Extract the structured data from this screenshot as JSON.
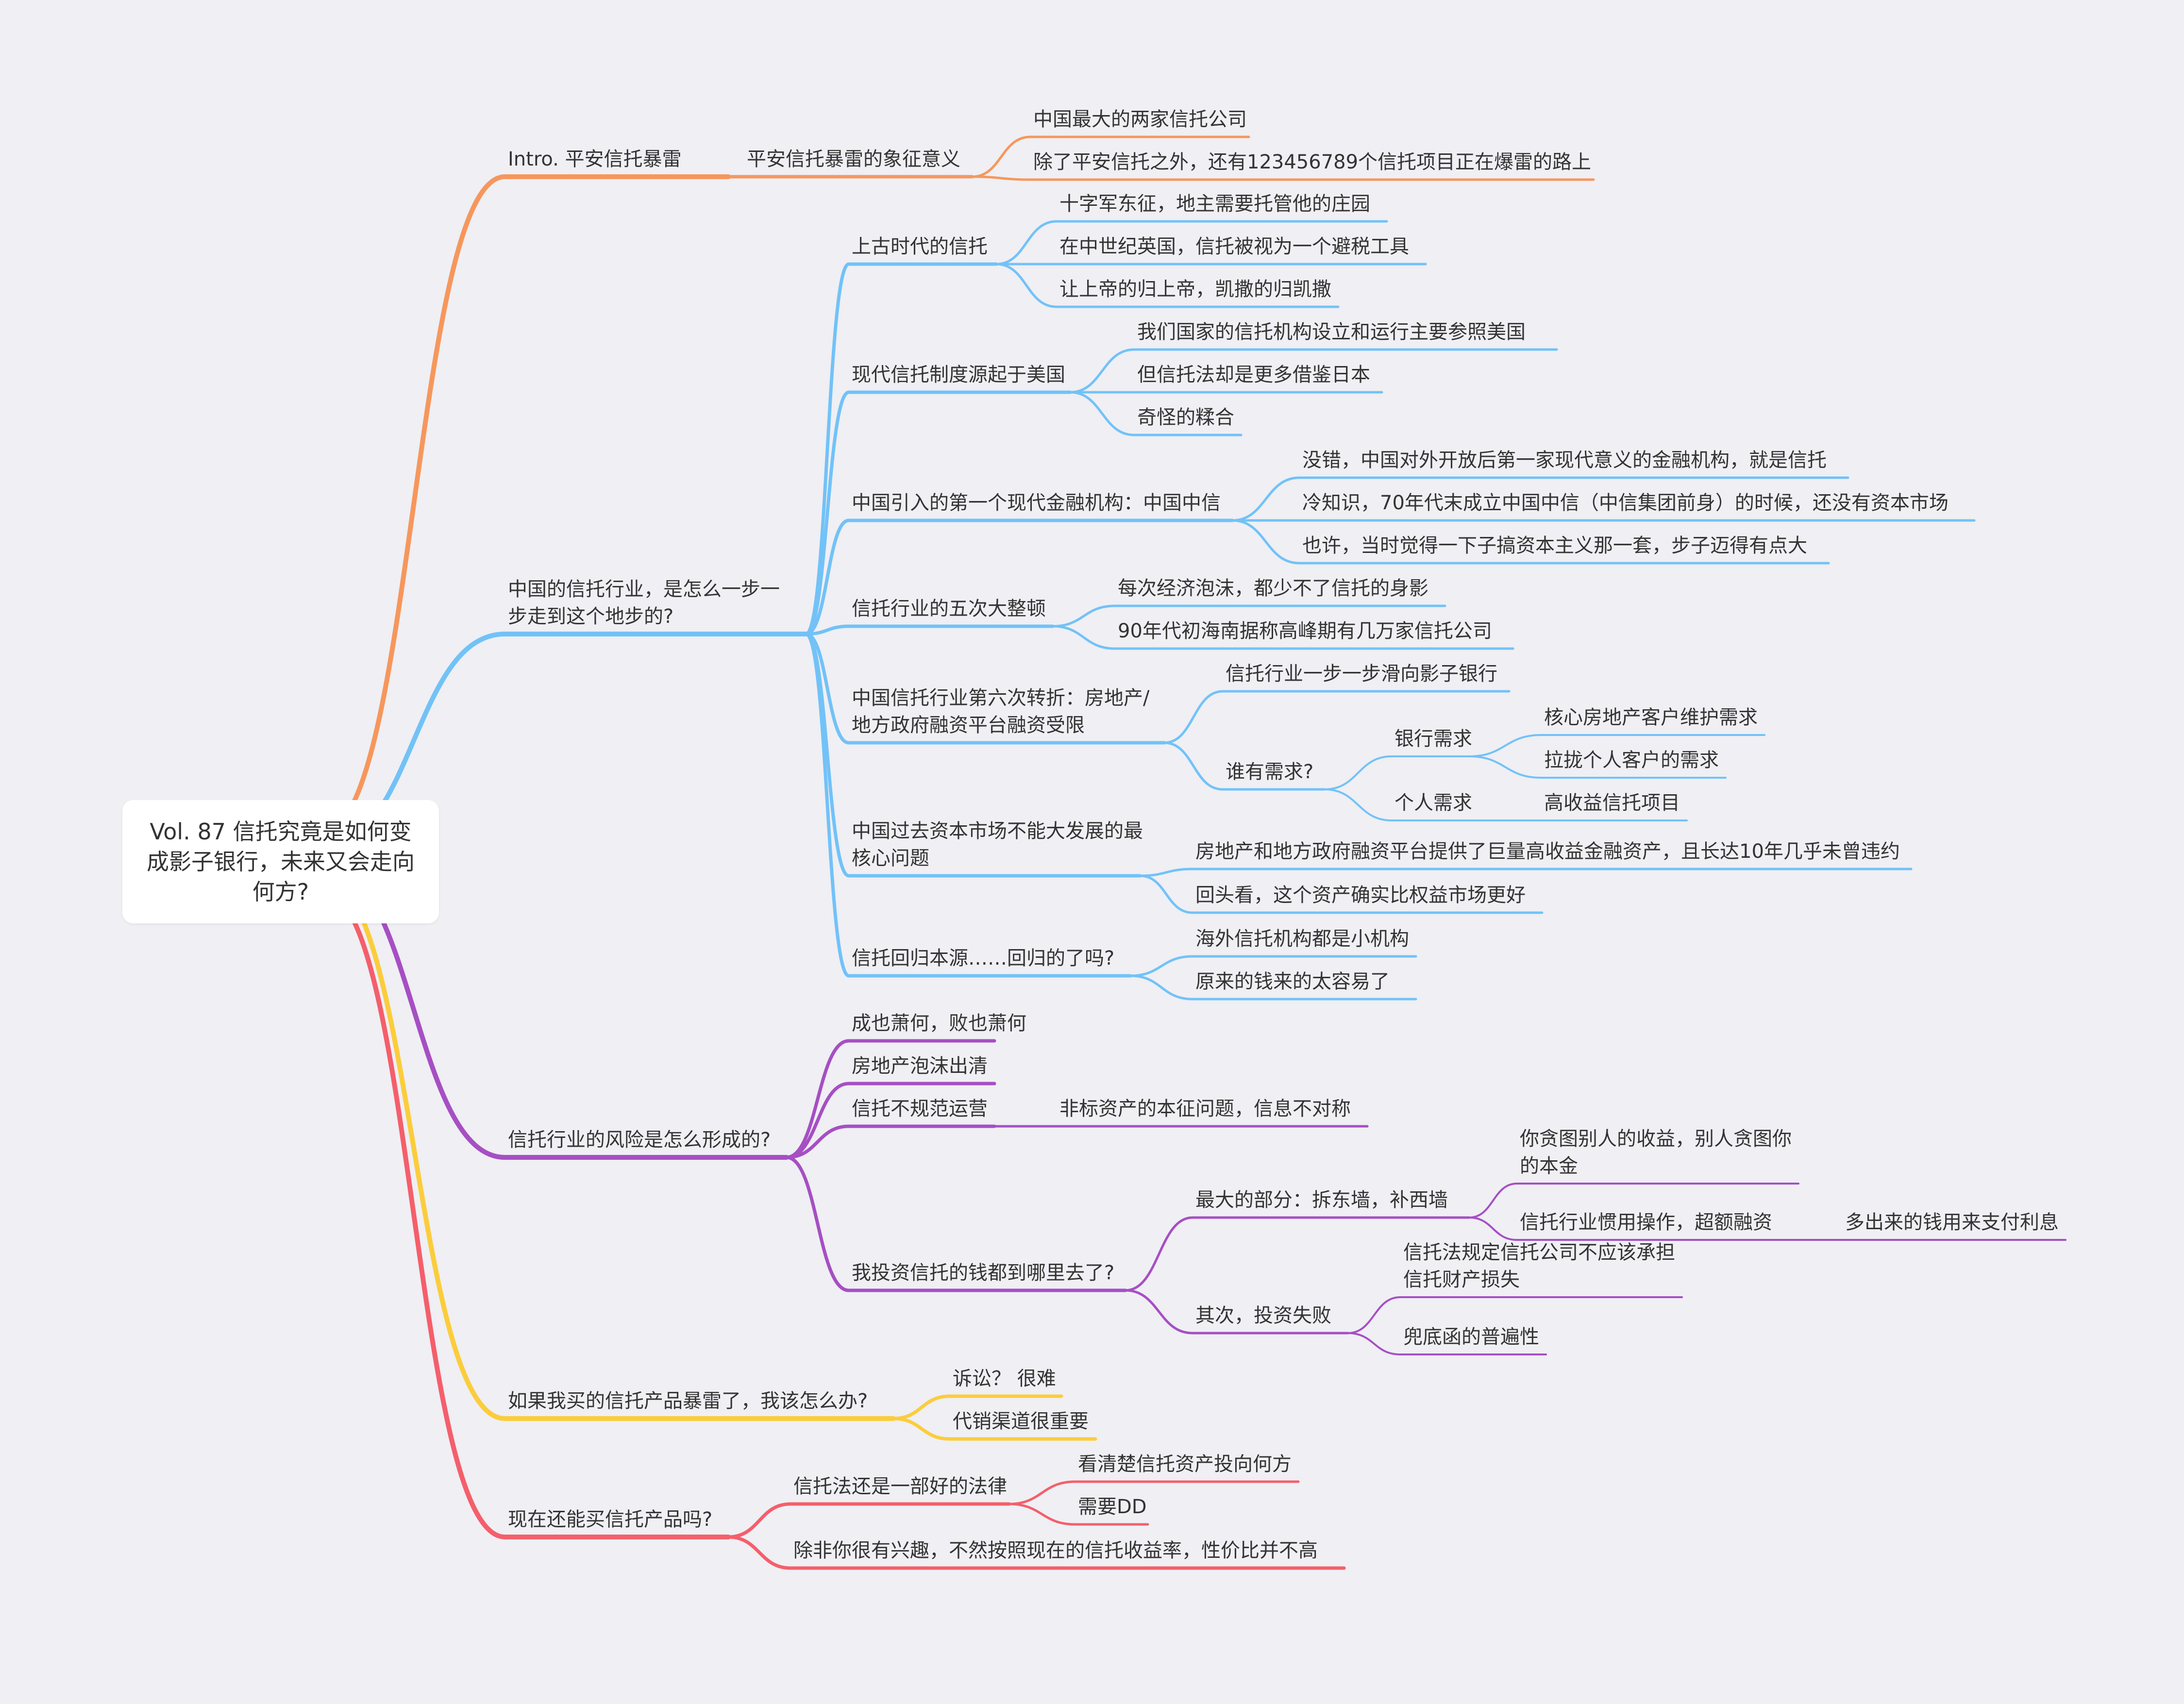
{
  "root": {
    "label": "Vol. 87 信托究竟是如何变\n成影子银行，未来又会走向\n何方?"
  },
  "colors": {
    "orange": "#f6975c",
    "blue": "#72c2f7",
    "purple": "#a64fc3",
    "yellow": "#fbcd3c",
    "red": "#f45f6b",
    "background": "#efeff4"
  },
  "branches": [
    {
      "label": "Intro. 平安信托暴雷",
      "color": "orange",
      "children": [
        {
          "label": "平安信托暴雷的象征意义",
          "children": [
            {
              "label": "中国最大的两家信托公司"
            },
            {
              "label": "除了平安信托之外，还有123456789个信托项目正在爆雷的路上"
            }
          ]
        }
      ]
    },
    {
      "label": "中国的信托行业，是怎么一步一步走到这个地步的?",
      "color": "blue",
      "children": [
        {
          "label": "上古时代的信托",
          "children": [
            {
              "label": "十字军东征，地主需要托管他的庄园"
            },
            {
              "label": "在中世纪英国，信托被视为一个避税工具"
            },
            {
              "label": "让上帝的归上帝，凯撒的归凯撒"
            }
          ]
        },
        {
          "label": "现代信托制度源起于美国",
          "children": [
            {
              "label": "我们国家的信托机构设立和运行主要参照美国"
            },
            {
              "label": "但信托法却是更多借鉴日本"
            },
            {
              "label": "奇怪的糅合"
            }
          ]
        },
        {
          "label": "中国引入的第一个现代金融机构：中国中信",
          "children": [
            {
              "label": "没错，中国对外开放后第一家现代意义的金融机构，就是信托"
            },
            {
              "label": "冷知识，70年代末成立中国中信（中信集团前身）的时候，还没有资本市场"
            },
            {
              "label": "也许，当时觉得一下子搞资本主义那一套，步子迈得有点大"
            }
          ]
        },
        {
          "label": "信托行业的五次大整顿",
          "children": [
            {
              "label": "每次经济泡沫，都少不了信托的身影"
            },
            {
              "label": "90年代初海南据称高峰期有几万家信托公司"
            }
          ]
        },
        {
          "label": "中国信托行业第六次转折：房地产/地方政府融资平台融资受限",
          "children": [
            {
              "label": "信托行业一步一步滑向影子银行"
            },
            {
              "label": "谁有需求?",
              "children": [
                {
                  "label": "银行需求",
                  "children": [
                    {
                      "label": "核心房地产客户维护需求"
                    },
                    {
                      "label": "拉拢个人客户的需求"
                    }
                  ]
                },
                {
                  "label": "个人需求",
                  "children": [
                    {
                      "label": "高收益信托项目"
                    }
                  ]
                }
              ]
            }
          ]
        },
        {
          "label": "中国过去资本市场不能大发展的最核心问题",
          "children": [
            {
              "label": "房地产和地方政府融资平台提供了巨量高收益金融资产，且长达10年几乎未曾违约"
            },
            {
              "label": "回头看，这个资产确实比权益市场更好"
            }
          ]
        },
        {
          "label": "信托回归本源……回归的了吗?",
          "children": [
            {
              "label": "海外信托机构都是小机构"
            },
            {
              "label": "原来的钱来的太容易了"
            }
          ]
        }
      ]
    },
    {
      "label": "信托行业的风险是怎么形成的?",
      "color": "purple",
      "children": [
        {
          "label": "成也萧何，败也萧何"
        },
        {
          "label": "房地产泡沫出清"
        },
        {
          "label": "信托不规范运营",
          "children": [
            {
              "label": "非标资产的本征问题，信息不对称"
            }
          ]
        },
        {
          "label": "我投资信托的钱都到哪里去了?",
          "children": [
            {
              "label": "最大的部分：拆东墙，补西墙",
              "children": [
                {
                  "label": "你贪图别人的收益，别人贪图你的本金"
                },
                {
                  "label": "信托行业惯用操作，超额融资",
                  "children": [
                    {
                      "label": "多出来的钱用来支付利息"
                    }
                  ]
                }
              ]
            },
            {
              "label": "其次，投资失败",
              "children": [
                {
                  "label": "信托法规定信托公司不应该承担信托财产损失"
                },
                {
                  "label": "兜底函的普遍性"
                }
              ]
            }
          ]
        }
      ]
    },
    {
      "label": "如果我买的信托产品暴雷了，我该怎么办?",
      "color": "yellow",
      "children": [
        {
          "label": "诉讼？ 很难"
        },
        {
          "label": "代销渠道很重要"
        }
      ]
    },
    {
      "label": "现在还能买信托产品吗?",
      "color": "red",
      "children": [
        {
          "label": "信托法还是一部好的法律",
          "children": [
            {
              "label": "看清楚信托资产投向何方"
            },
            {
              "label": "需要DD"
            }
          ]
        },
        {
          "label": "除非你很有兴趣，不然按照现在的信托收益率，性价比并不高"
        }
      ]
    }
  ]
}
